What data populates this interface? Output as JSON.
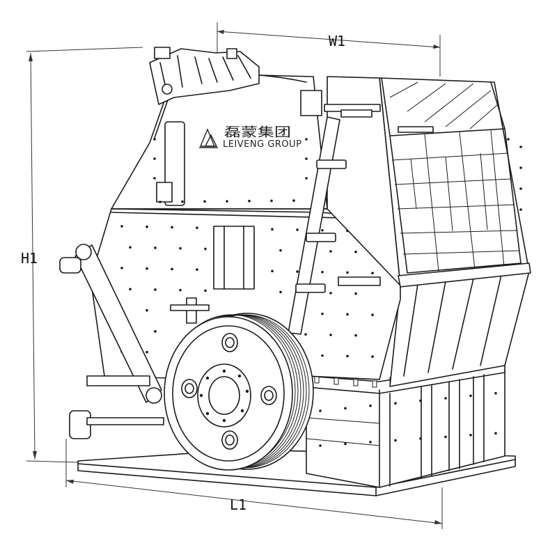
{
  "dimensions": {
    "width_label": "W1",
    "height_label": "H1",
    "length_label": "L1"
  },
  "brand": {
    "name_cn": "磊蒙集团",
    "name_en": "LEIVENG GROUP"
  }
}
